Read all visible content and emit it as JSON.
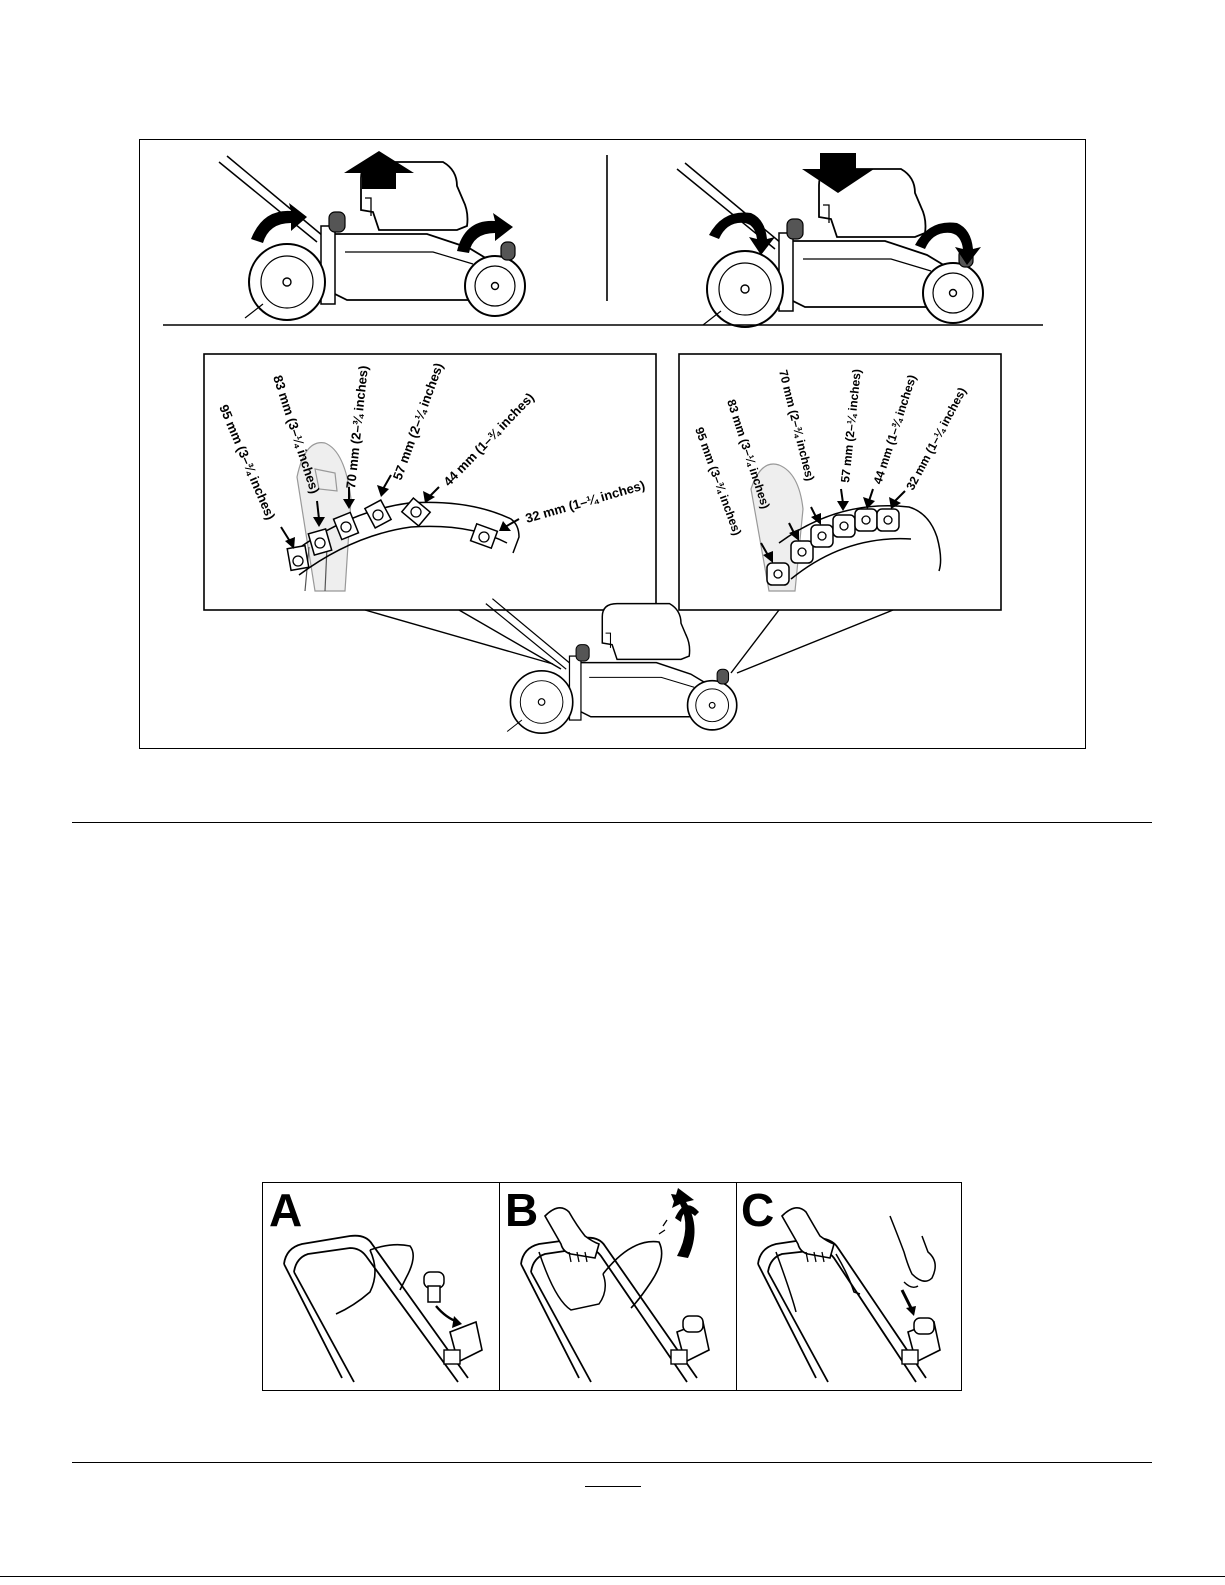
{
  "height_figure": {
    "labels_left": [
      {
        "mm": "95 mm",
        "in": "(3–¾ inches)"
      },
      {
        "mm": "83 mm",
        "in": "(3–¼ inches)"
      },
      {
        "mm": "70 mm",
        "in": "(2–¾ inches)"
      },
      {
        "mm": "57 mm",
        "in": "(2–¼ inches)"
      },
      {
        "mm": "44 mm",
        "in": "(1–¾ inches)"
      },
      {
        "mm": "32 mm",
        "in": "(1–¼ inches)"
      }
    ],
    "labels_right": [
      {
        "mm": "95 mm",
        "in": "(3–¾ inches)"
      },
      {
        "mm": "83 mm",
        "in": "(3–¼ inches)"
      },
      {
        "mm": "70 mm",
        "in": "(2–¾ inches)"
      },
      {
        "mm": "57 mm",
        "in": "(2–¼ inches)"
      },
      {
        "mm": "44 mm",
        "in": "(1–¾ inches)"
      },
      {
        "mm": "32 mm",
        "in": "(1–¼ inches)"
      }
    ]
  },
  "handle_figure": {
    "panels": [
      {
        "letter": "A"
      },
      {
        "letter": "B"
      },
      {
        "letter": "C"
      }
    ]
  }
}
